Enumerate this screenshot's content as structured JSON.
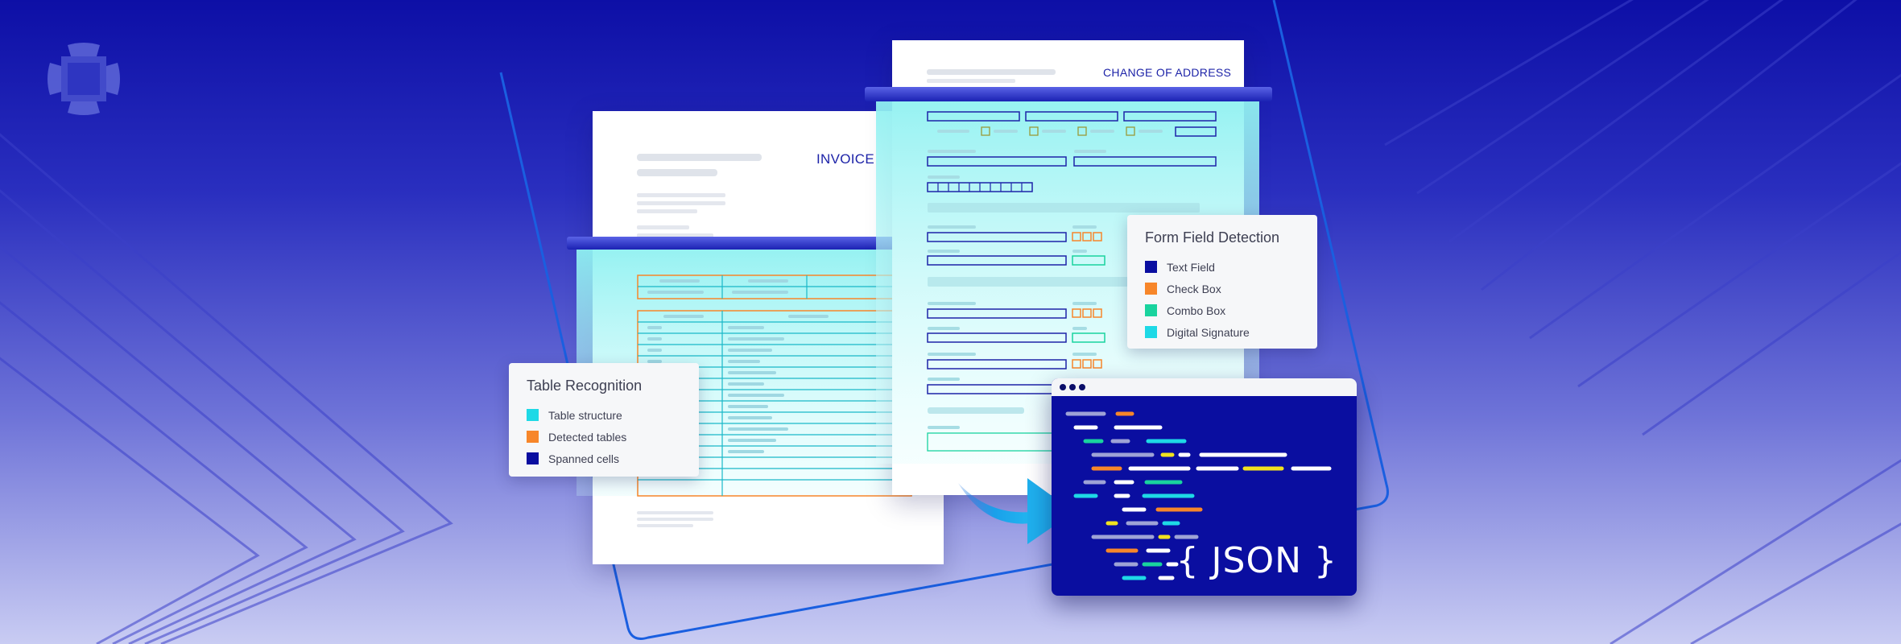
{
  "colors": {
    "navy": "#0a0ea0",
    "cyan": "#1ed9e6",
    "orange": "#f7862a",
    "green": "#19d39e",
    "yellow": "#f1e21f"
  },
  "logo": {
    "icon": "brand-logo-icon"
  },
  "invoice": {
    "title": "INVOICE"
  },
  "change_of_address": {
    "title": "CHANGE OF ADDRESS"
  },
  "table_recognition": {
    "title": "Table Recognition",
    "items": [
      {
        "label": "Table structure",
        "color": "#1ed9e6"
      },
      {
        "label": "Detected tables",
        "color": "#f7862a"
      },
      {
        "label": "Spanned cells",
        "color": "#0a0ea0"
      }
    ]
  },
  "form_field_detection": {
    "title": "Form Field Detection",
    "items": [
      {
        "label": "Text Field",
        "color": "#0a0ea0"
      },
      {
        "label": "Check Box",
        "color": "#f7862a"
      },
      {
        "label": "Combo Box",
        "color": "#19d39e"
      },
      {
        "label": "Digital Signature",
        "color": "#1ed9e6"
      }
    ]
  },
  "code_window": {
    "json_label": "{ JSON }"
  }
}
